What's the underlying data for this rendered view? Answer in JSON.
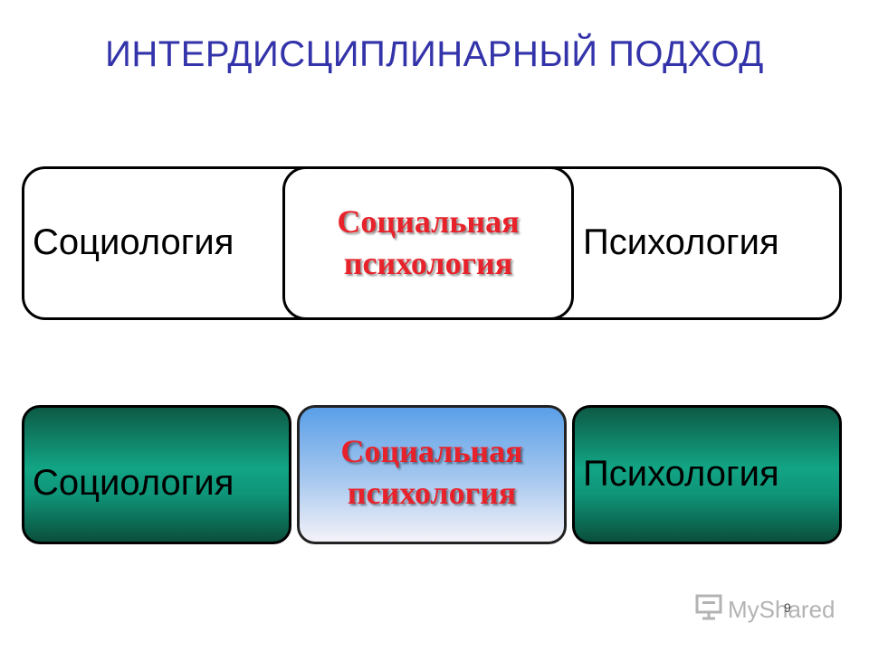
{
  "title": "ИНТЕРДИСЦИПЛИНАРНЫЙ ПОДХОД",
  "diagram_top": {
    "left_label": "Социология",
    "center_label_line1": "Социальная",
    "center_label_line2": "психология",
    "right_label": "Психология"
  },
  "diagram_bottom": {
    "left_label": "Социология",
    "center_label_line1": "Социальная",
    "center_label_line2": "психология",
    "right_label": "Психология"
  },
  "watermark": {
    "text": "MyShared",
    "icon": "presentation-board-icon"
  },
  "page_number": "9",
  "colors": {
    "title": "#3333aa",
    "highlight_text": "#e8222a",
    "green_box": "#12a585",
    "blue_box": "#5a9fe8"
  }
}
